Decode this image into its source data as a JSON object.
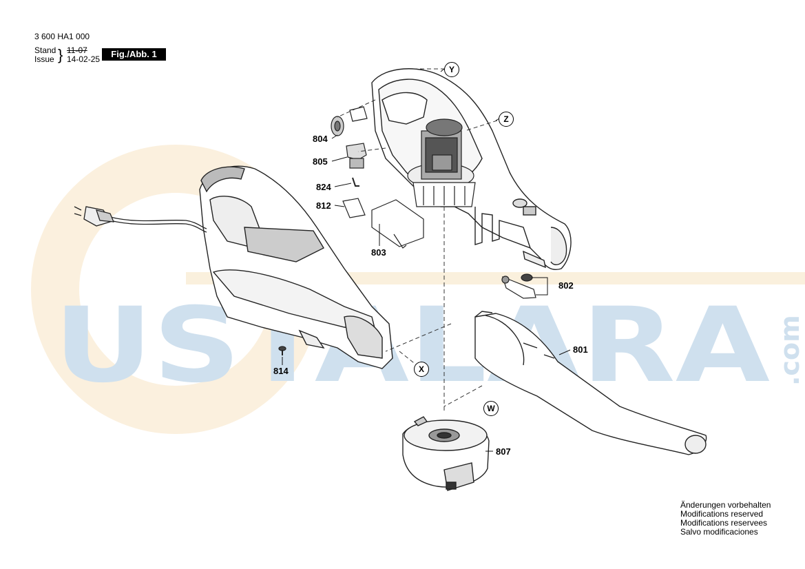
{
  "header": {
    "part_number": "3 600 HA1 000",
    "stand_label": "Stand",
    "stand_value": "11-07",
    "issue_label": "Issue",
    "issue_value": "14-02-25",
    "figure": "Fig./Abb. 1"
  },
  "callouts": {
    "c804": "804",
    "c805": "805",
    "c824": "824",
    "c812": "812",
    "c803": "803",
    "c802": "802",
    "c801": "801",
    "c807": "807",
    "c814": "814"
  },
  "letters": {
    "Y": "Y",
    "Z": "Z",
    "X": "X",
    "W": "W"
  },
  "watermark": {
    "brand": "USTALARA",
    "suffix": ".com",
    "color": "#cfe0ee",
    "ring_color": "#f8ead2"
  },
  "notes": [
    "Änderungen vorbehalten",
    "Modifications reserved",
    "Modifications reservees",
    "Salvo modificaciones"
  ]
}
